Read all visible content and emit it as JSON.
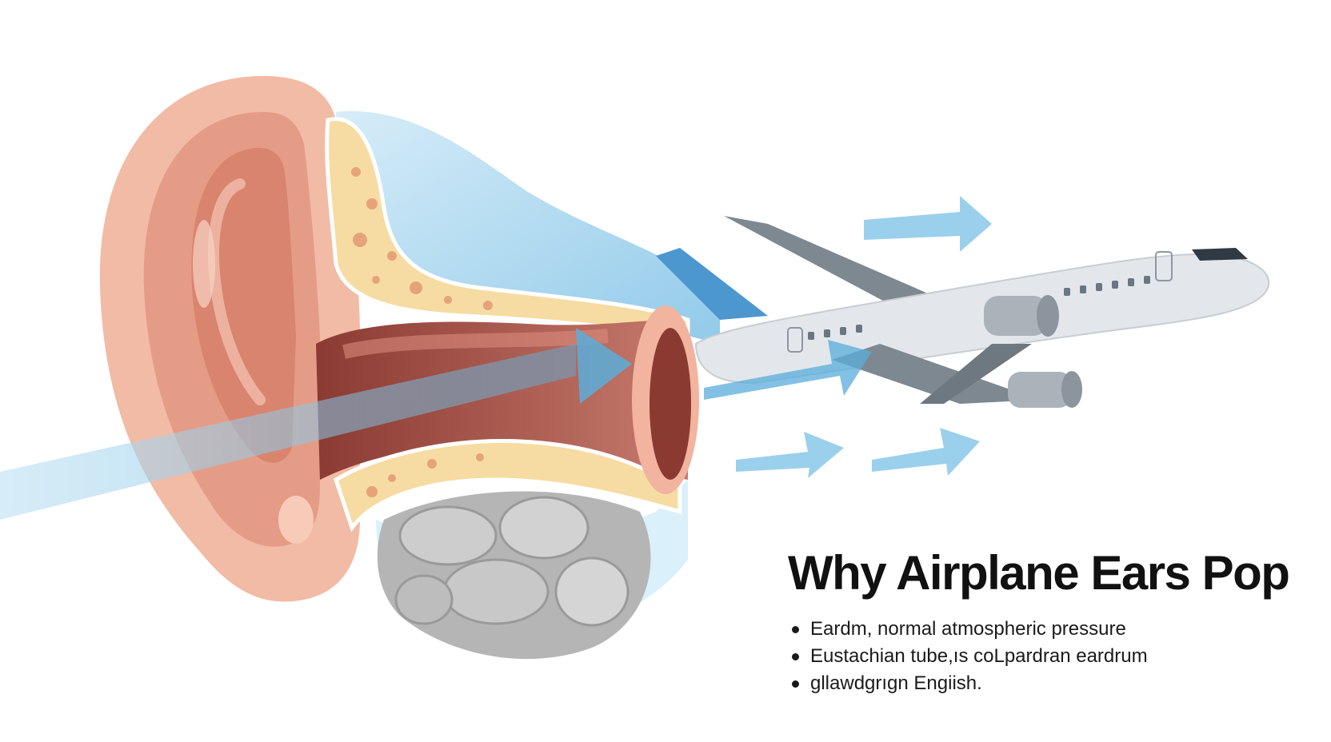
{
  "title": "Why Airplane Ears Pop",
  "bullets": [
    "Eardm, normal atmospheric pressure",
    "Eustachian tube,ıs coLpardran eardrum",
    "gllawdgrıgn Engiish."
  ],
  "icons": [
    "ear-illustration",
    "airplane-icon",
    "airflow-arrow-icon"
  ],
  "colors": {
    "skin": "#f0b8a3",
    "canal": "#c97a6c",
    "bone": "#f6dca3",
    "air_blue": "#6bb7e0",
    "plane_body": "#e3e7ec",
    "plane_wing": "#7d8891",
    "title_text": "#111111"
  }
}
